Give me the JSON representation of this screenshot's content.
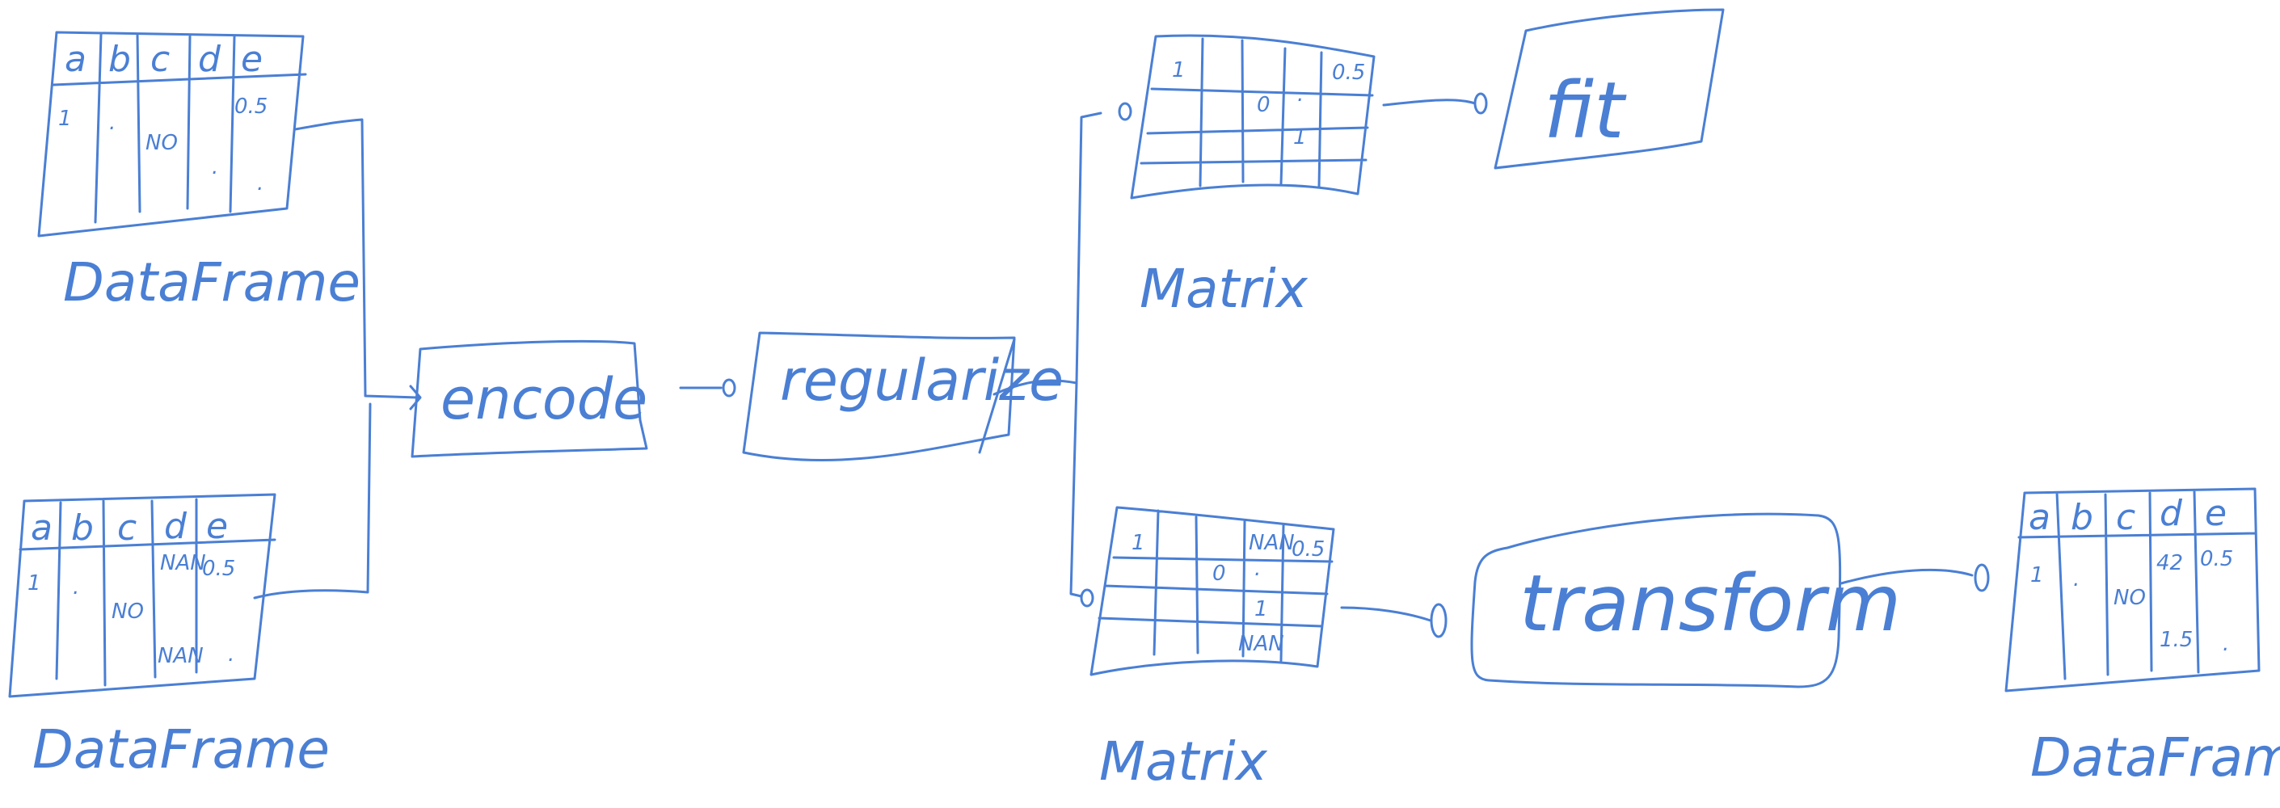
{
  "df1": {
    "columns": [
      "a",
      "b",
      "c",
      "d",
      "e"
    ],
    "row1": [
      "1",
      ".",
      "",
      "",
      "0.5"
    ],
    "row2": [
      "",
      "",
      "NO",
      "",
      ""
    ],
    "row3": [
      "",
      "",
      "",
      ".",
      "."
    ],
    "caption": "DataFrame"
  },
  "df2": {
    "columns": [
      "a",
      "b",
      "c",
      "d",
      "e"
    ],
    "row1": [
      "1",
      ".",
      "",
      "NAN",
      "0.5"
    ],
    "row2": [
      "",
      "",
      "NO",
      "",
      ""
    ],
    "row3": [
      "",
      "",
      "",
      "NAN",
      "."
    ],
    "caption": "DataFrame"
  },
  "df3": {
    "columns": [
      "a",
      "b",
      "c",
      "d",
      "e"
    ],
    "row1": [
      "1",
      ".",
      "",
      "42",
      "0.5"
    ],
    "row2": [
      "",
      "",
      "NO",
      "",
      ""
    ],
    "row3": [
      "",
      "",
      "",
      "1.5",
      "."
    ],
    "caption": "DataFrame"
  },
  "matrix1": {
    "c1": "1",
    "c2": "0.5",
    "c3": "0",
    "c4": ".",
    "c5": "1",
    "caption": "Matrix"
  },
  "matrix2": {
    "c1": "1",
    "c2": "NAN",
    "c3": "0.5",
    "c4": "0",
    "c5": ".",
    "c6": "1",
    "c7": "NAN",
    "caption": "Matrix"
  },
  "steps": {
    "encode": "encode",
    "regularize": "regularize",
    "fit": "fit",
    "transform": "transform"
  },
  "colors": {
    "ink": "#4a7fd4",
    "background": "#ffffff"
  }
}
